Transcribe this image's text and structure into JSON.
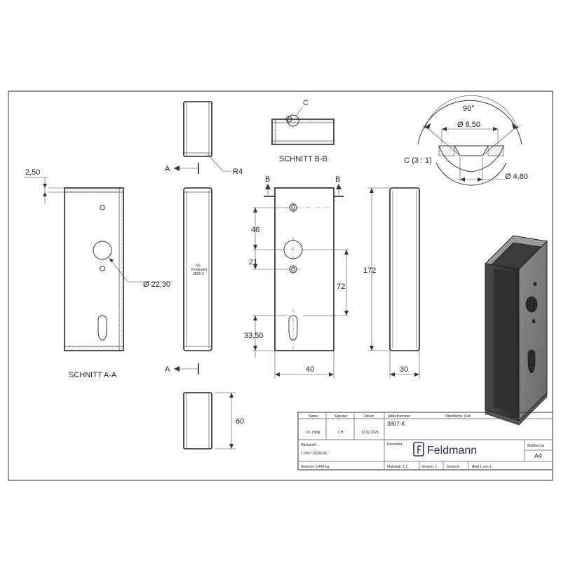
{
  "sections": {
    "a_a": "SCHNITT A-A",
    "b_b": "SCHNITT B-B",
    "detail_c": "C (3 : 1)",
    "detail_mark": "C",
    "cut_a_top": "A",
    "cut_a_bottom": "A",
    "cut_b_left": "B",
    "cut_b_right": "B"
  },
  "dimensions": {
    "wall": "2,50",
    "radius": "R4",
    "hole_dia": "Ø 22,30",
    "spacing_46": "46",
    "spacing_21": "21",
    "spacing_72": "72",
    "height_172": "172",
    "spacing_3350": "33,50",
    "width_40": "40",
    "depth_30": "30",
    "height_60": "60",
    "angle": "90°",
    "countersink": "Ø 8,50",
    "hole_480": "Ø 4,80"
  },
  "stamp": {
    "line1": "ßß",
    "line2": "Feldmann",
    "line3": "3806 C"
  },
  "title_block": {
    "name_h": "Name",
    "signatur_h": "Signatur",
    "datum_h": "Datum",
    "artikel_h": "Artikelnummer",
    "oberflaeche_h": "Oberfläche: Roh",
    "name": "Ch. Hölig",
    "signatur": "CH",
    "datum": "12.02.2025",
    "artikelnummer": "3807-K",
    "werkstoff_h": "Werkstoff:",
    "werkstoff": "1.0037 (S235JR)",
    "hersteller_h": "Hersteller:",
    "brand": "Feldmann",
    "blattformat_h": "Blattformat",
    "blattformat": "A4",
    "gewicht": "Gewicht: 0,494 kg",
    "massstab": "Maßstab: 1:2",
    "version": "Version: 1",
    "sprache": "Deutsch",
    "blatt": "Blatt 1 von 1"
  }
}
